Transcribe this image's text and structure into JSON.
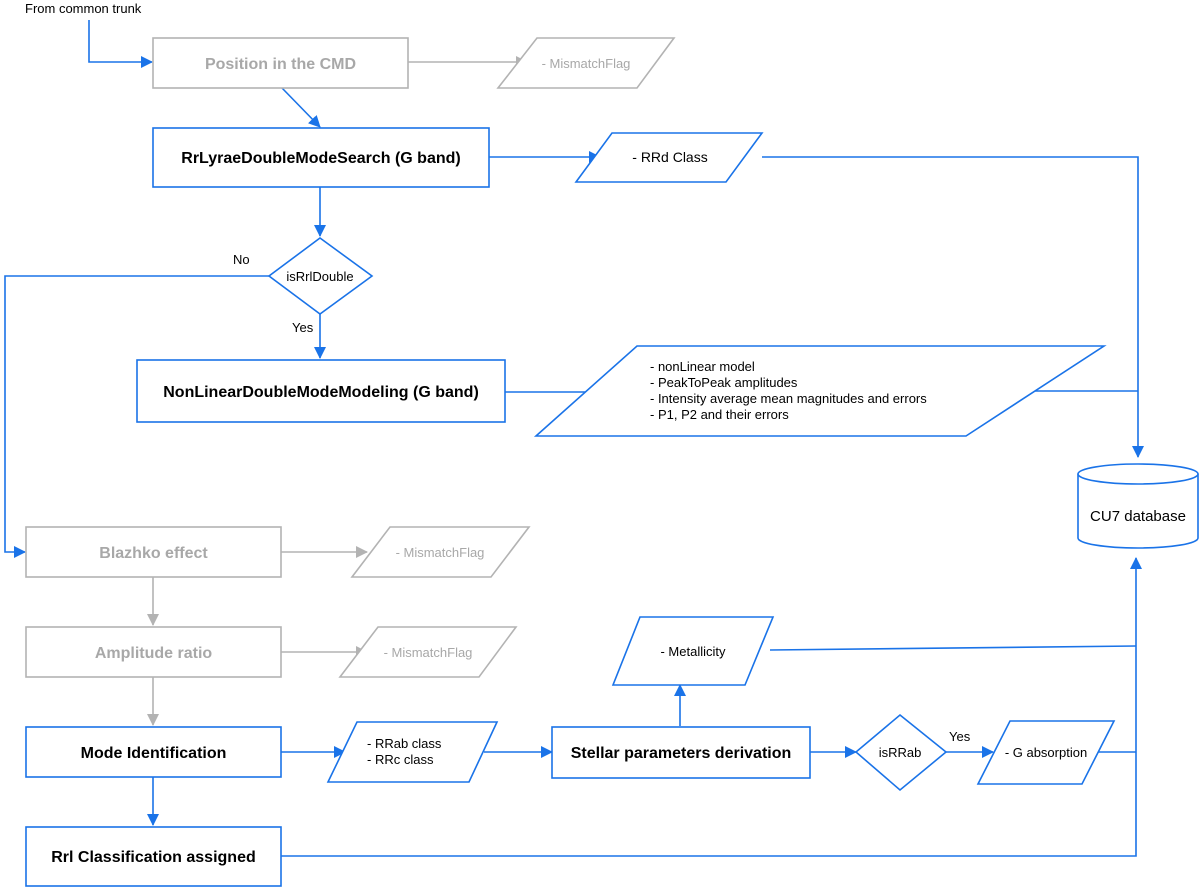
{
  "entry_label": "From common trunk",
  "nodes": {
    "position_cmd": "Position in the CMD",
    "rr_double_search": "RrLyraeDoubleModeSearch (G band)",
    "nonlinear_modeling": "NonLinearDoubleModeModeling (G band)",
    "blazhko": "Blazhko effect",
    "amplitude_ratio": "Amplitude ratio",
    "mode_identification": "Mode Identification",
    "rrl_classification": "Rrl Classification assigned",
    "stellar_params": "Stellar parameters derivation"
  },
  "decisions": {
    "is_rrl_double": "isRrlDouble",
    "is_rrab": "isRRab"
  },
  "edge_labels": {
    "no": "No",
    "yes_double": "Yes",
    "yes_rrab": "Yes"
  },
  "outputs": {
    "mismatch_cmd": "- MismatchFlag",
    "rrd_class": "- RRd Class",
    "nonlinear_lines": [
      "- nonLinear model",
      "- PeakToPeak amplitudes",
      "- Intensity average mean magnitudes and  errors",
      "- P1, P2 and their errors"
    ],
    "mismatch_blazhko": "- MismatchFlag",
    "mismatch_amplitude": "- MismatchFlag",
    "class_lines": [
      "- RRab class",
      "- RRc class"
    ],
    "metallicity": "- Metallicity",
    "g_absorption": "- G absorption"
  },
  "database": "CU7 database",
  "colors": {
    "active": "#1a73e8",
    "inactive": "#b3b3b3",
    "inactive_text": "#a8a8a8"
  }
}
